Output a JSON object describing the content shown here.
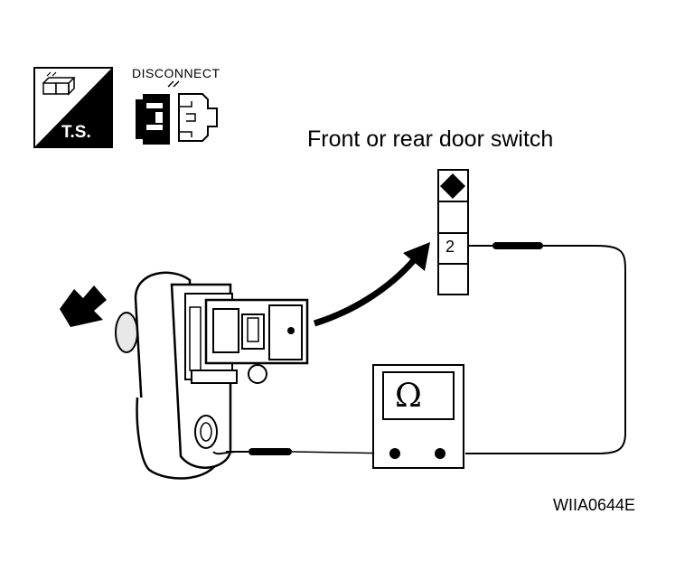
{
  "diagram": {
    "title": "Front or rear door switch",
    "disconnect_label": "DISCONNECT",
    "ts_label": "T.S.",
    "terminal_number": "2",
    "ohm_symbol": "Ω",
    "figure_code": "WIIA0644E"
  },
  "icons": {
    "ts_icon": "connector-test-icon",
    "disconnect_icon": "connector-disconnect-icon",
    "pointer_arrow": "arrow-icon"
  },
  "colors": {
    "ink": "#000000",
    "paper": "#ffffff",
    "shade": "#e8e8e8"
  }
}
